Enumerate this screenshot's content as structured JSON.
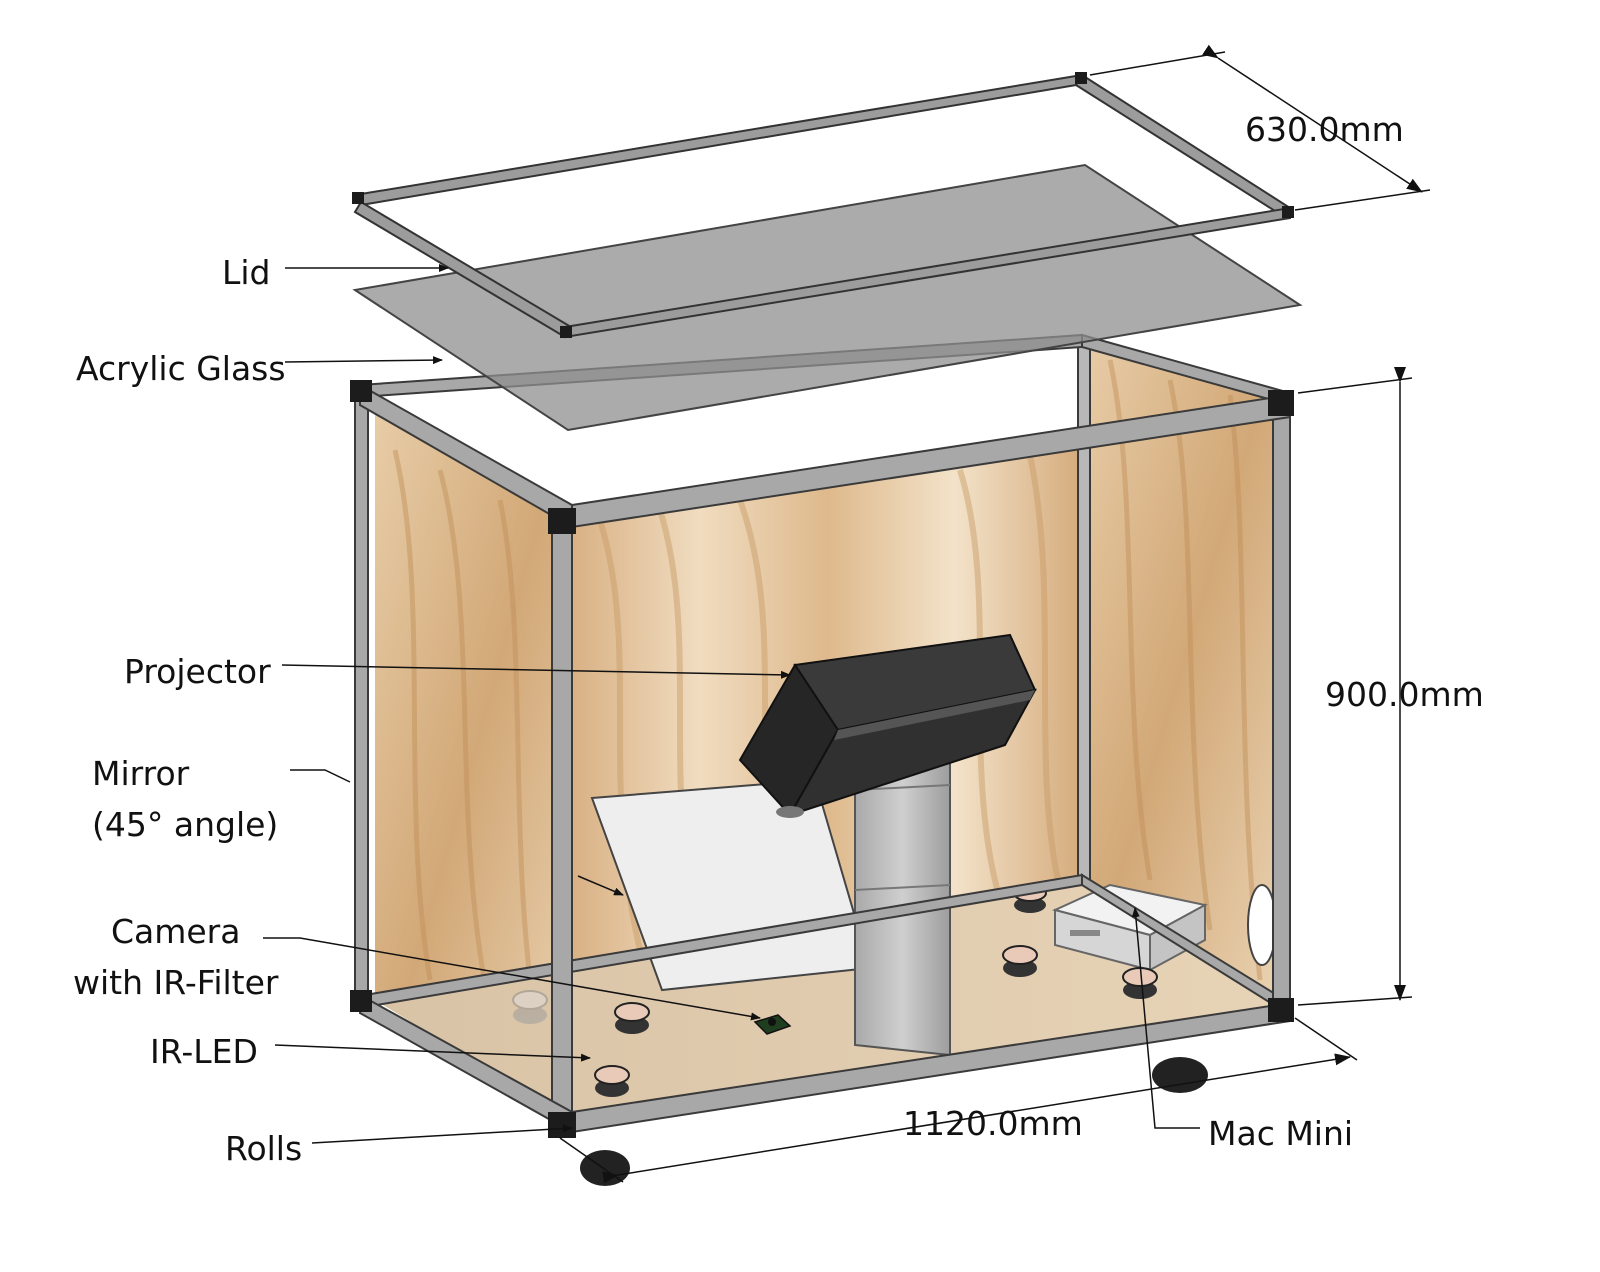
{
  "labels": {
    "lid": "Lid",
    "acrylic_glass": "Acrylic Glass",
    "projector": "Projector",
    "mirror_line1": "Mirror",
    "mirror_line2": "(45° angle)",
    "camera_line1": "Camera",
    "camera_line2": "with IR-Filter",
    "ir_led": "IR-LED",
    "rolls": "Rolls",
    "mac_mini": "Mac Mini"
  },
  "dimensions": {
    "depth": "630.0mm",
    "height": "900.0mm",
    "width": "1120.0mm"
  },
  "colors": {
    "frame": "#9a9a9a",
    "frame_edge": "#3a3a3a",
    "wood": "#e2c29a",
    "wood_grain": "#c99b66",
    "glass": "#8f8f8f",
    "projector": "#2c2c2c",
    "mirror": "#eeeeee",
    "mac_mini": "#e6e6e6"
  }
}
